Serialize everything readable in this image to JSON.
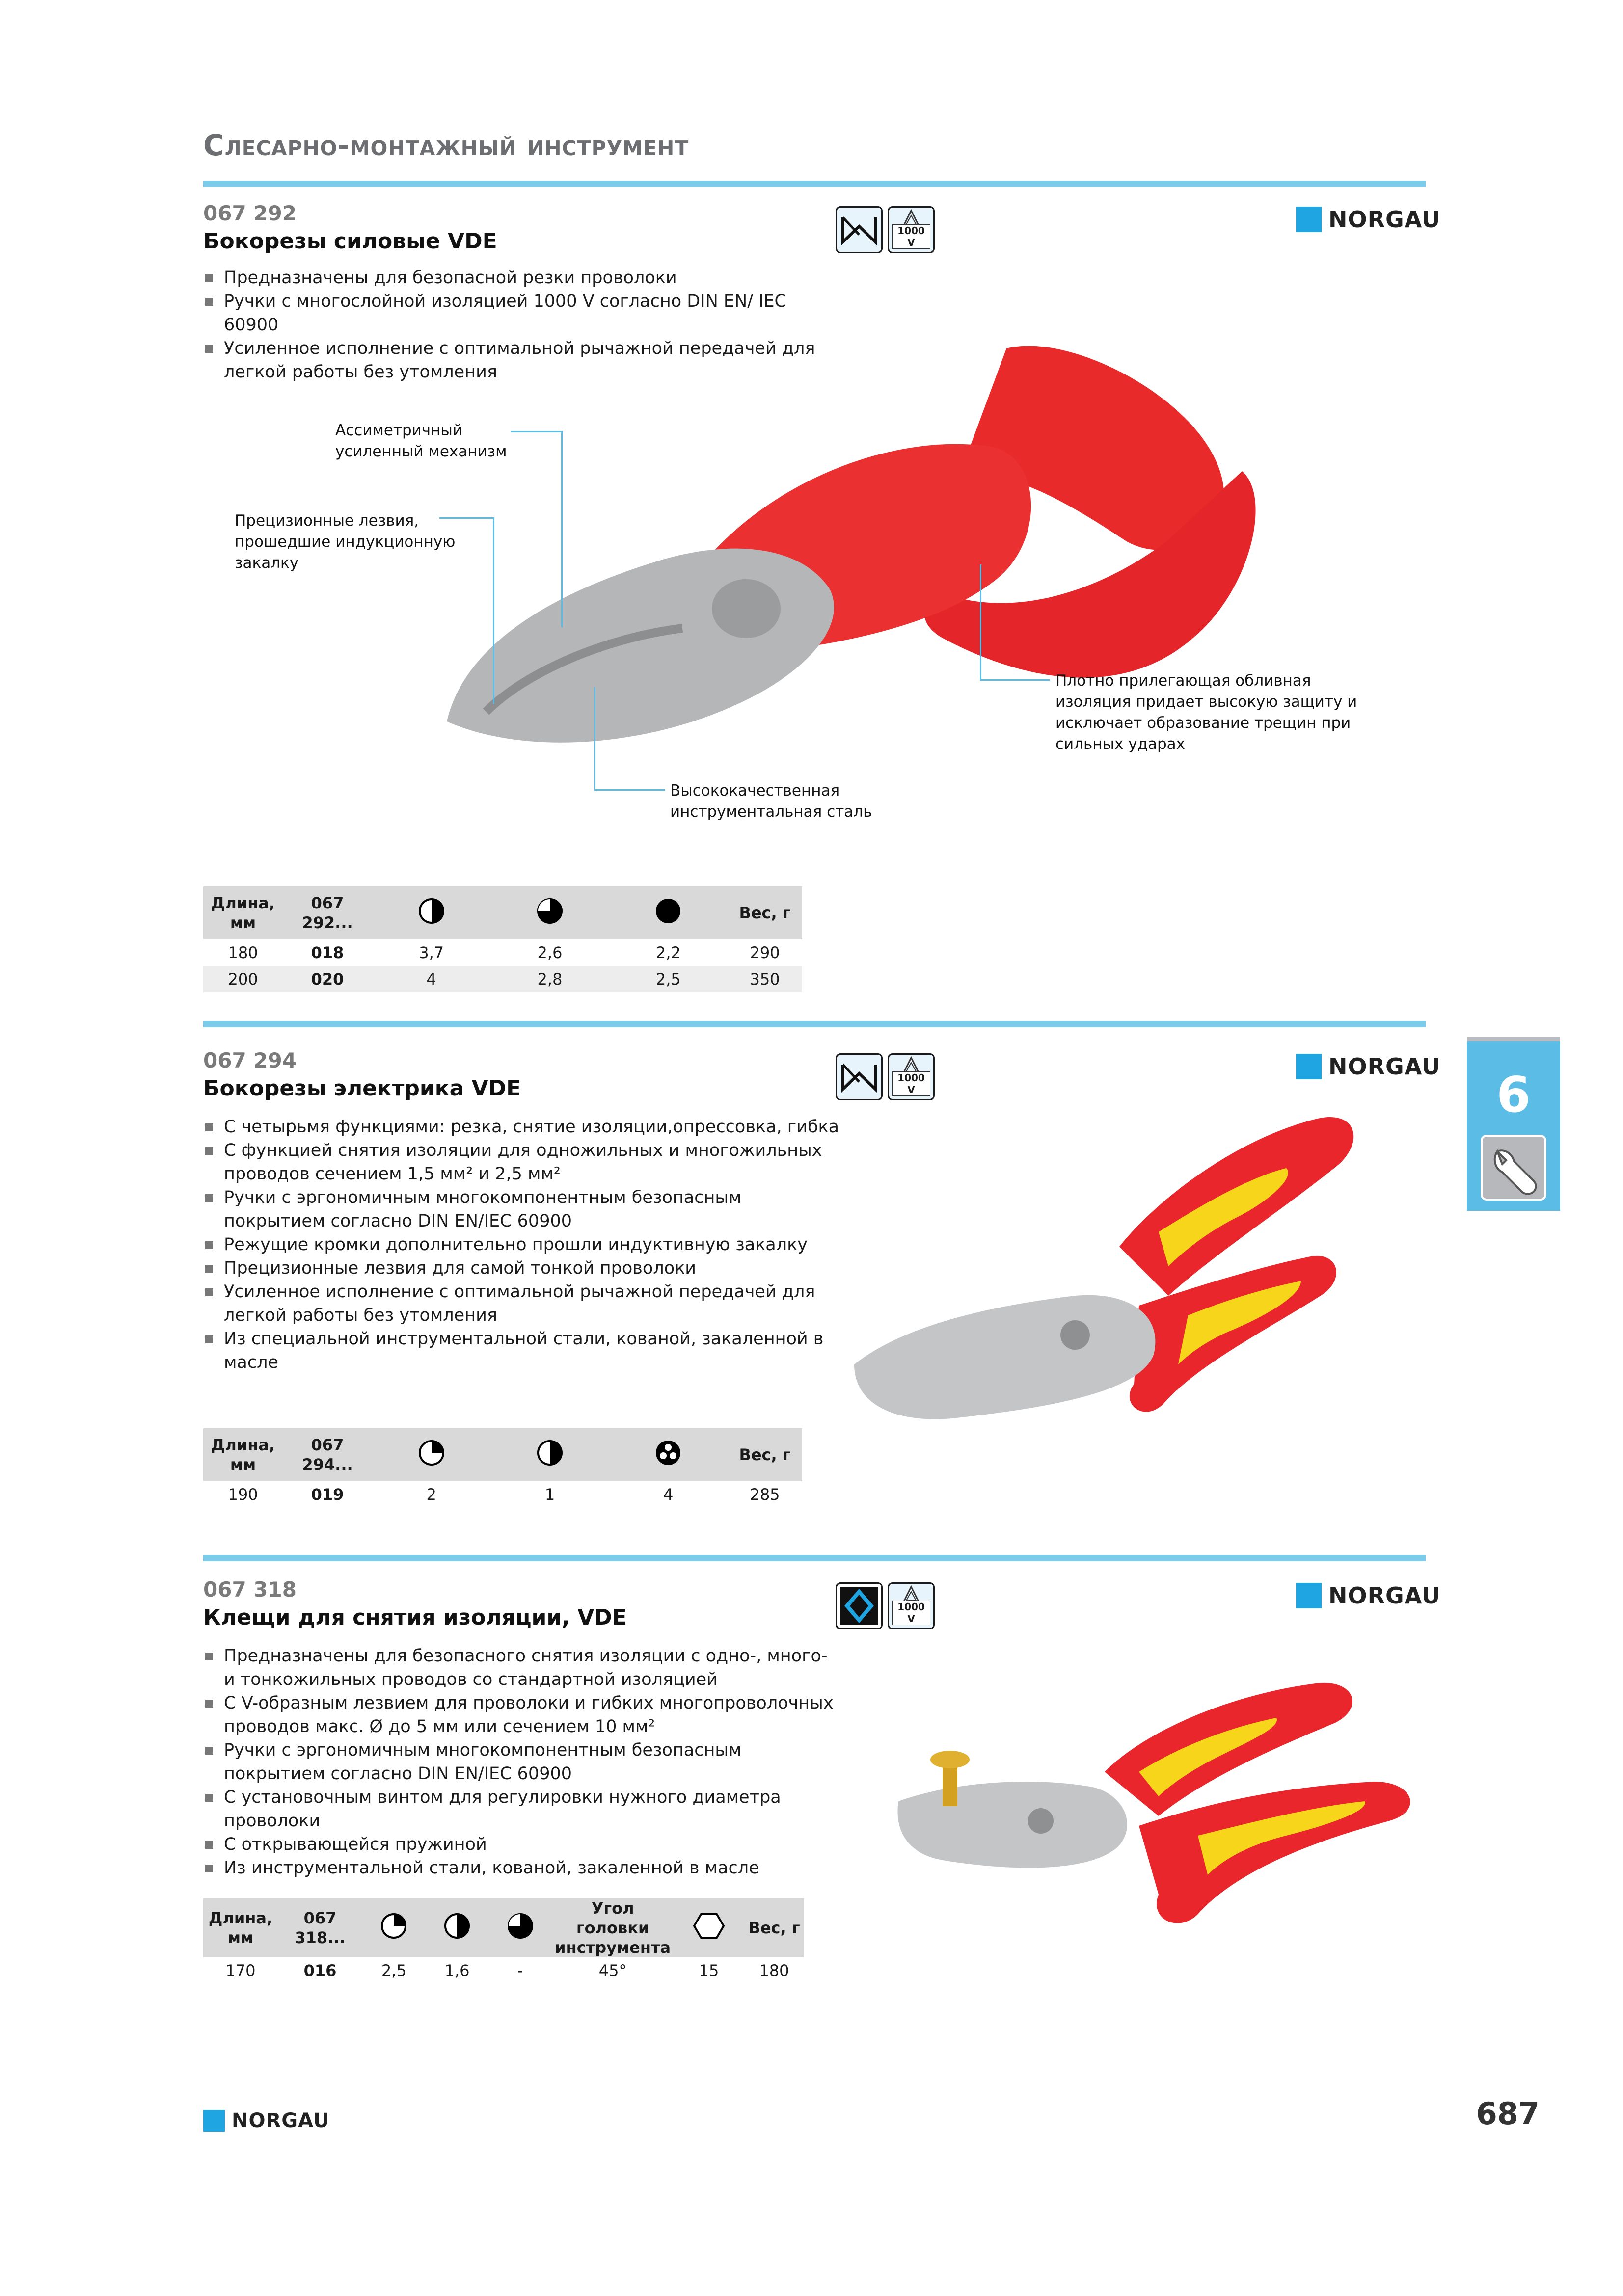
{
  "header": {
    "title": "Слесарно-монтажный инструмент"
  },
  "section_tab": {
    "number": "6",
    "icon": "wrench-icon"
  },
  "brand": {
    "name": "NORGAU",
    "color": "#1fa6e2"
  },
  "badges": {
    "voltage": "1000 V"
  },
  "products": [
    {
      "code": "067 292",
      "title": "Бокорезы силовые VDE",
      "features": [
        "Предназначены для безопасной резки проволоки",
        "Ручки с многослойной изоляцией 1000 V согласно DIN EN/ IEC 60900",
        "Усиленное исполнение с оптимальной рычажной передачей для легкой работы без утомления"
      ],
      "callouts": [
        "Ассиметричный усиленный механизм",
        "Прецизионные лезвия, прошедшие индукционную закалку",
        "Плотно прилегающая обливная изоляция придает высокую защиту и исключает образование трещин при сильных ударах",
        "Высококачественная инструментальная сталь"
      ],
      "table": {
        "headers": [
          "Длина, мм",
          "067 292...",
          "half-circle-icon",
          "three-quarter-circle-icon",
          "full-circle-icon",
          "Вес, г"
        ],
        "rows": [
          [
            "180",
            "018",
            "3,7",
            "2,6",
            "2,2",
            "290"
          ],
          [
            "200",
            "020",
            "4",
            "2,8",
            "2,5",
            "350"
          ]
        ]
      }
    },
    {
      "code": "067 294",
      "title": "Бокорезы электрика VDE",
      "features": [
        "С четырьмя функциями: резка, снятие изоляции,опрессовка, гибка",
        "С функцией снятия изоляции для одножильных и многожильных проводов сечением 1,5 мм² и 2,5 мм²",
        "Ручки с эргономичным многокомпонентным безопасным покрытием согласно DIN EN/IEC 60900",
        "Режущие кромки дополнительно прошли индуктивную закалку",
        "Прецизионные лезвия для самой тонкой проволоки",
        "Усиленное исполнение с оптимальной рычажной передачей для легкой работы без утомления",
        "Из специальной инструментальной стали, кованой, закаленной в масле"
      ],
      "table": {
        "headers": [
          "Длина, мм",
          "067 294...",
          "quarter-circle-icon",
          "half-circle-icon",
          "strand-icon",
          "Вес, г"
        ],
        "rows": [
          [
            "190",
            "019",
            "2",
            "1",
            "4",
            "285"
          ]
        ]
      }
    },
    {
      "code": "067 318",
      "title": "Клещи для снятия изоляции, VDE",
      "features": [
        "Предназначены для безопасного снятия изоляции с одно-, много- и тонкожильных проводов со стандартной изоляцией",
        "С V-образным лезвием для проволоки и гибких многопроволочных проводов макс. Ø до 5 мм или сечением 10 мм²",
        "Ручки с эргономичным многокомпонентным безопасным покрытием согласно DIN EN/IEC 60900",
        "С установочным винтом для регулировки нужного диаметра проволоки",
        "С открывающейся пружиной",
        "Из инструментальной стали, кованой, закаленной в масле"
      ],
      "table": {
        "headers": [
          "Длина, мм",
          "067 318...",
          "quarter-circle-icon",
          "half-circle-icon",
          "three-quarter-circle-icon",
          "Угол головки инструмента",
          "hexagon-icon",
          "Вес, г"
        ],
        "rows": [
          [
            "170",
            "016",
            "2,5",
            "1,6",
            "-",
            "45°",
            "15",
            "180"
          ]
        ]
      }
    }
  ],
  "footer": {
    "brand": "NORGAU",
    "page_number": "687"
  }
}
